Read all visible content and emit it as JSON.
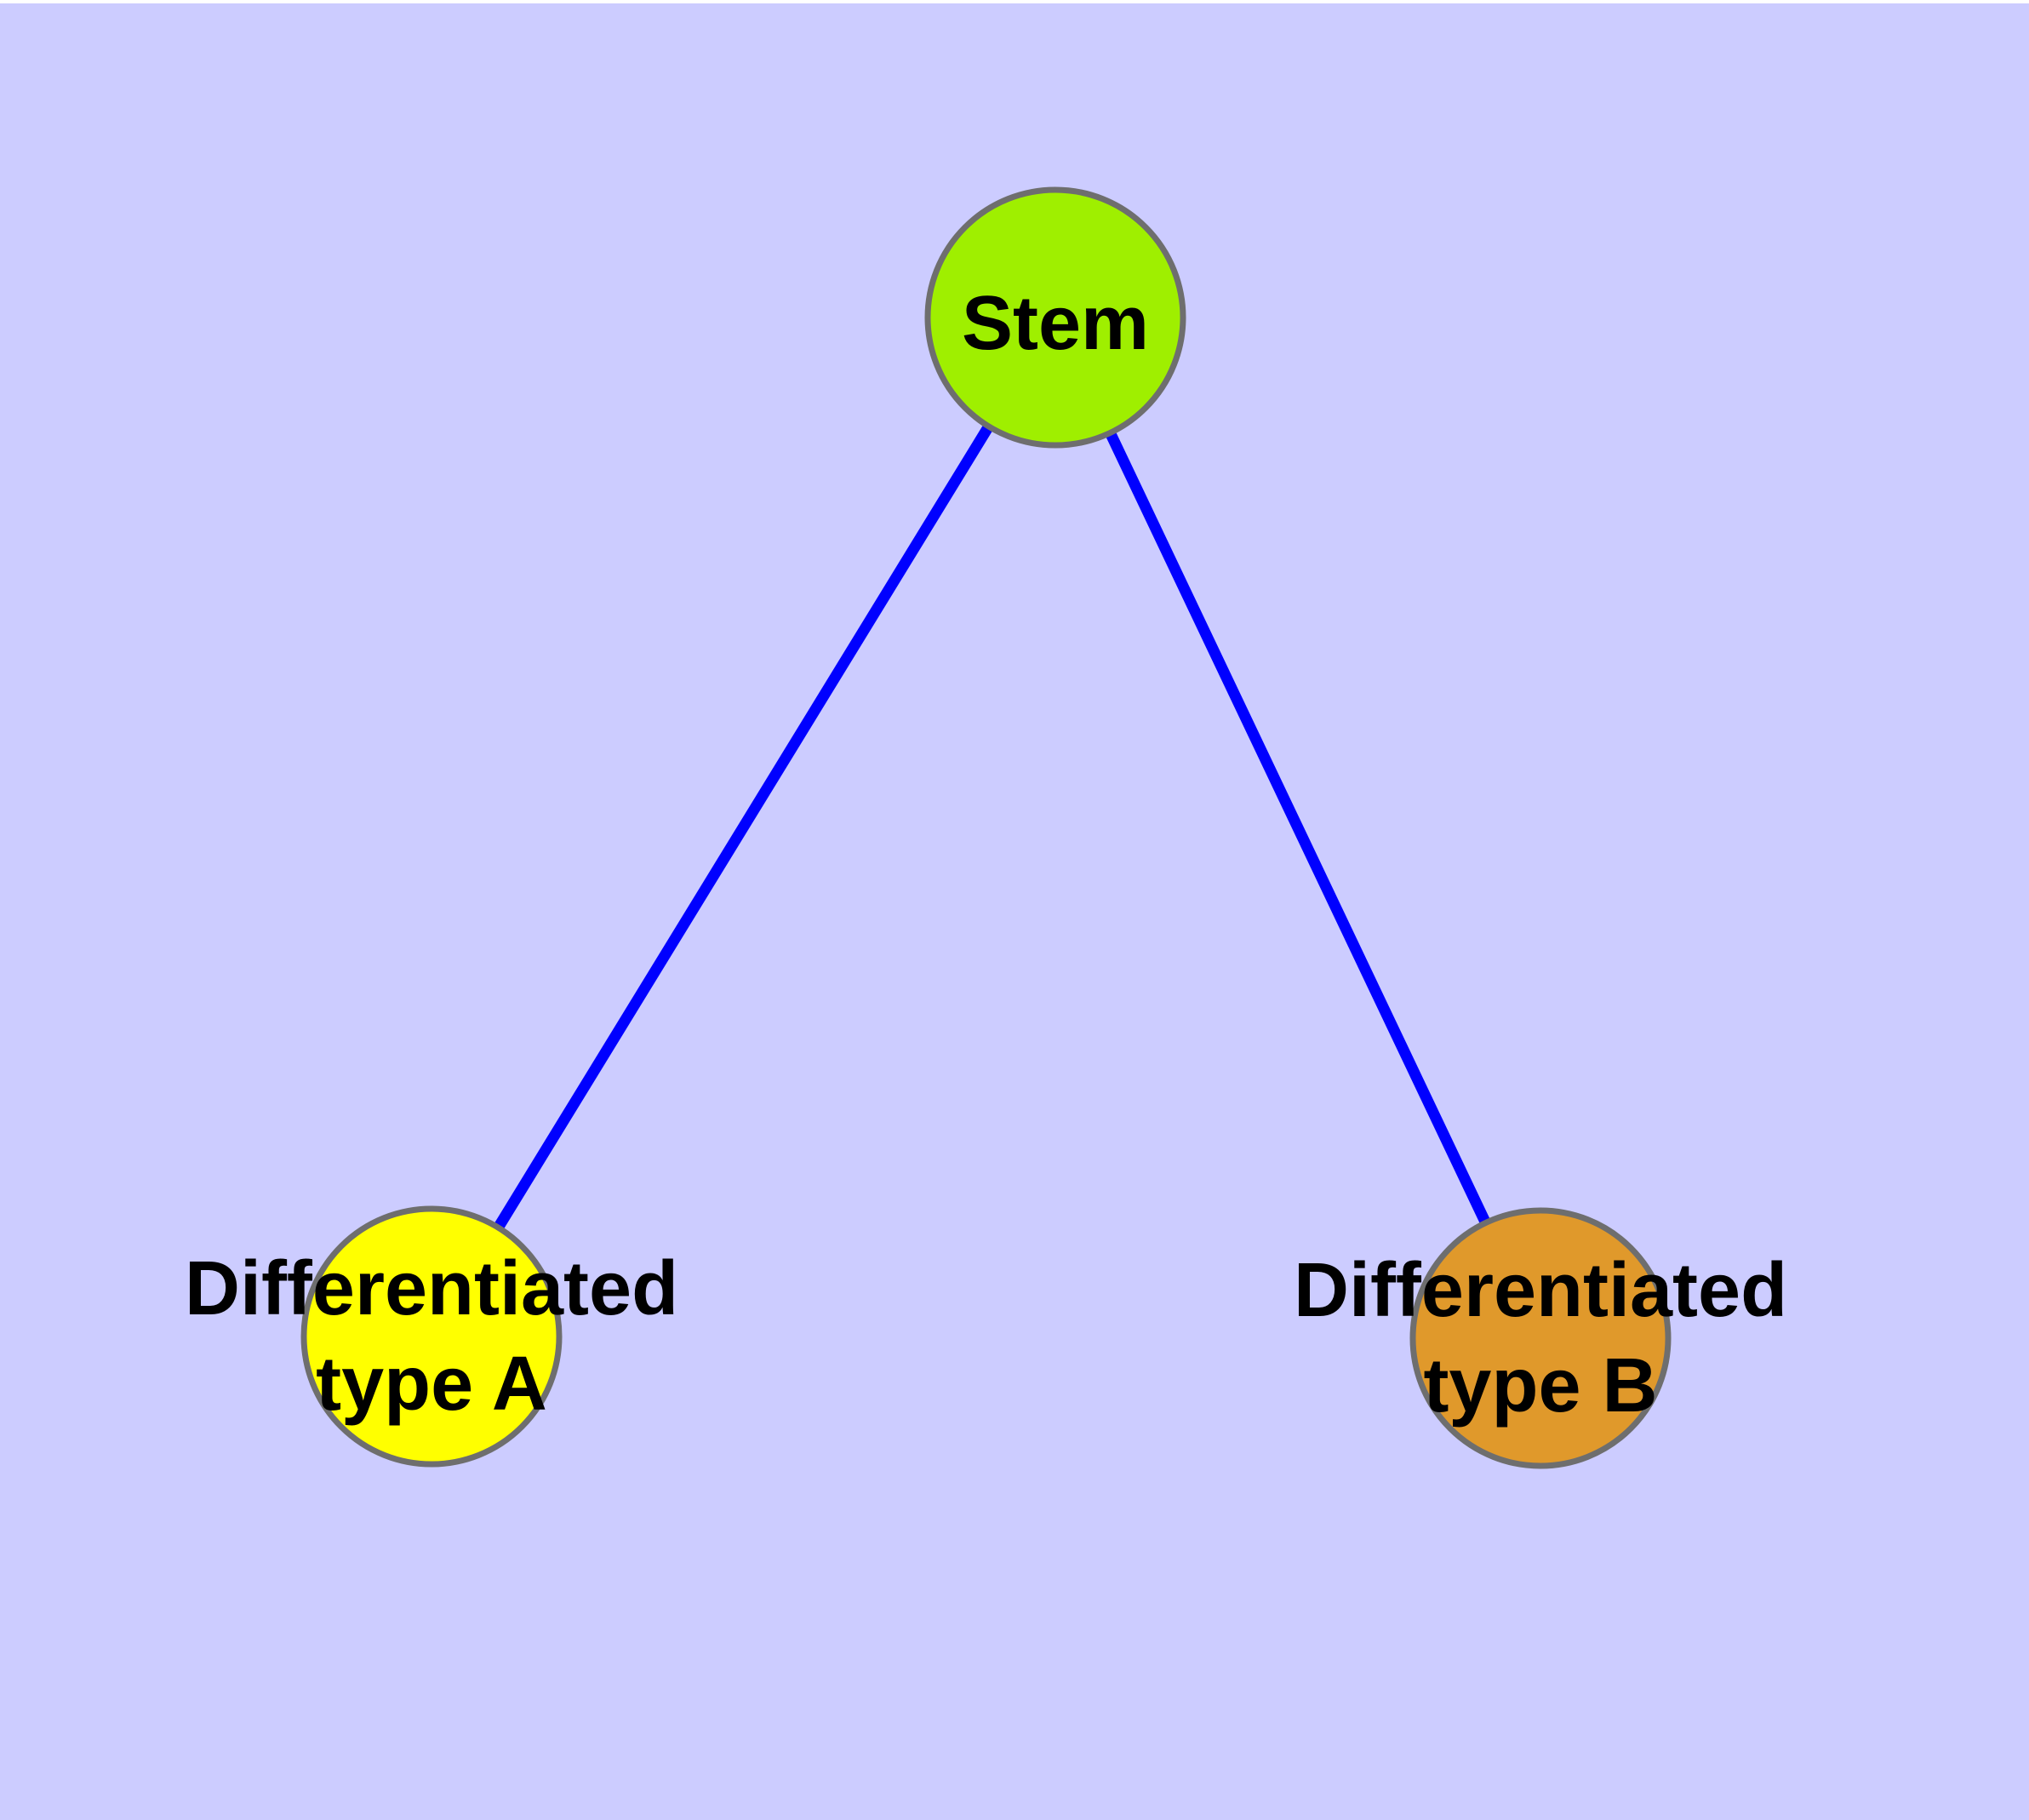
{
  "diagram": {
    "background_color": "#CCCCFF",
    "top_margin_color": "#FFFFFF",
    "edge_color": "#0000FF",
    "node_border_color": "#6E6E6E",
    "text_color": "#000000",
    "nodes": [
      {
        "id": "stem",
        "label": "Stem",
        "fill_color": "#9FEF00"
      },
      {
        "id": "differentiated-type-a",
        "label_line1": "Differentiated",
        "label_line2": "type A",
        "fill_color": "#FFFF00"
      },
      {
        "id": "differentiated-type-b",
        "label_line1": "Differentiated",
        "label_line2": "type B",
        "fill_color": "#E0992B"
      }
    ],
    "edges": [
      {
        "from": "stem",
        "to": "differentiated-type-a"
      },
      {
        "from": "stem",
        "to": "differentiated-type-b"
      }
    ]
  }
}
